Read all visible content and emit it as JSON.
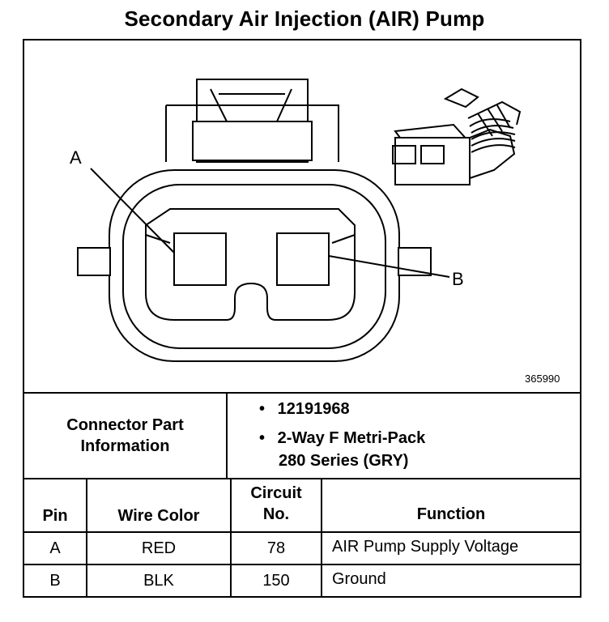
{
  "title": "Secondary Air Injection (AIR) Pump",
  "diagram": {
    "pin_a_label": "A",
    "pin_b_label": "B",
    "figure_number": "365990"
  },
  "connector_info": {
    "label_line1": "Connector Part",
    "label_line2": "Information",
    "bullet": "•",
    "part_number": "12191968",
    "type_line1": "2-Way F Metri-Pack",
    "type_line2": "280 Series (GRY)"
  },
  "table": {
    "headers": {
      "pin": "Pin",
      "wire_color": "Wire Color",
      "circuit_line1": "Circuit",
      "circuit_line2": "No.",
      "function": "Function"
    },
    "rows": [
      {
        "pin": "A",
        "wire_color": "RED",
        "circuit": "78",
        "function": "AIR Pump Supply Voltage"
      },
      {
        "pin": "B",
        "wire_color": "BLK",
        "circuit": "150",
        "function": "Ground"
      }
    ]
  }
}
